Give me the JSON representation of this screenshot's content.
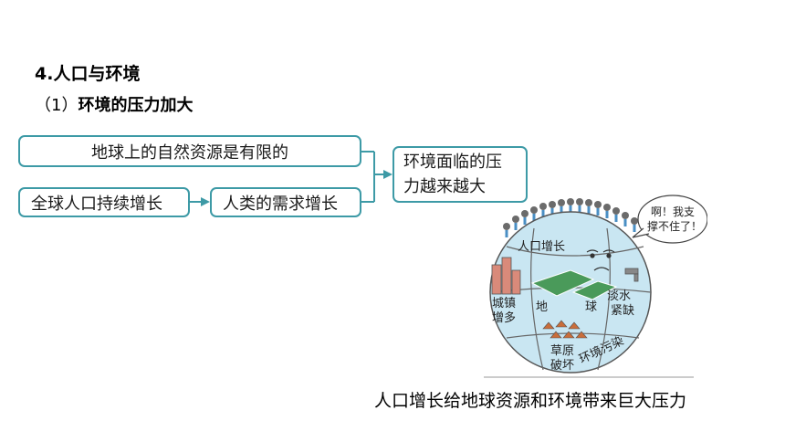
{
  "heading": "4.人口与环境",
  "subheading": {
    "number": "（1）",
    "title": "环境的压力加大"
  },
  "diagram": {
    "resources_box": "地球上的自然资源是有限的",
    "population_box": "全球人口持续增长",
    "demand_box": "人类的需求增长",
    "pressure_box": {
      "line1": "环境面临的压",
      "line2": "力越来越大"
    }
  },
  "illustration": {
    "speech_line1": "啊！我支",
    "speech_line2": "撑不住了！",
    "label_population": "人口增长",
    "label_city1": "城镇",
    "label_city2": "增多",
    "label_earth1": "地",
    "label_earth2": "球",
    "label_water1": "淡水",
    "label_water2": "紧缺",
    "label_grass1": "草原",
    "label_grass2": "破坏",
    "label_pollution": "环境污染"
  },
  "caption": "人口增长给地球资源和环境带来巨大压力",
  "colors": {
    "box_border": "#3d9aa6",
    "globe_fill": "#c9e6f2",
    "farmland": "#4a9a5a"
  }
}
